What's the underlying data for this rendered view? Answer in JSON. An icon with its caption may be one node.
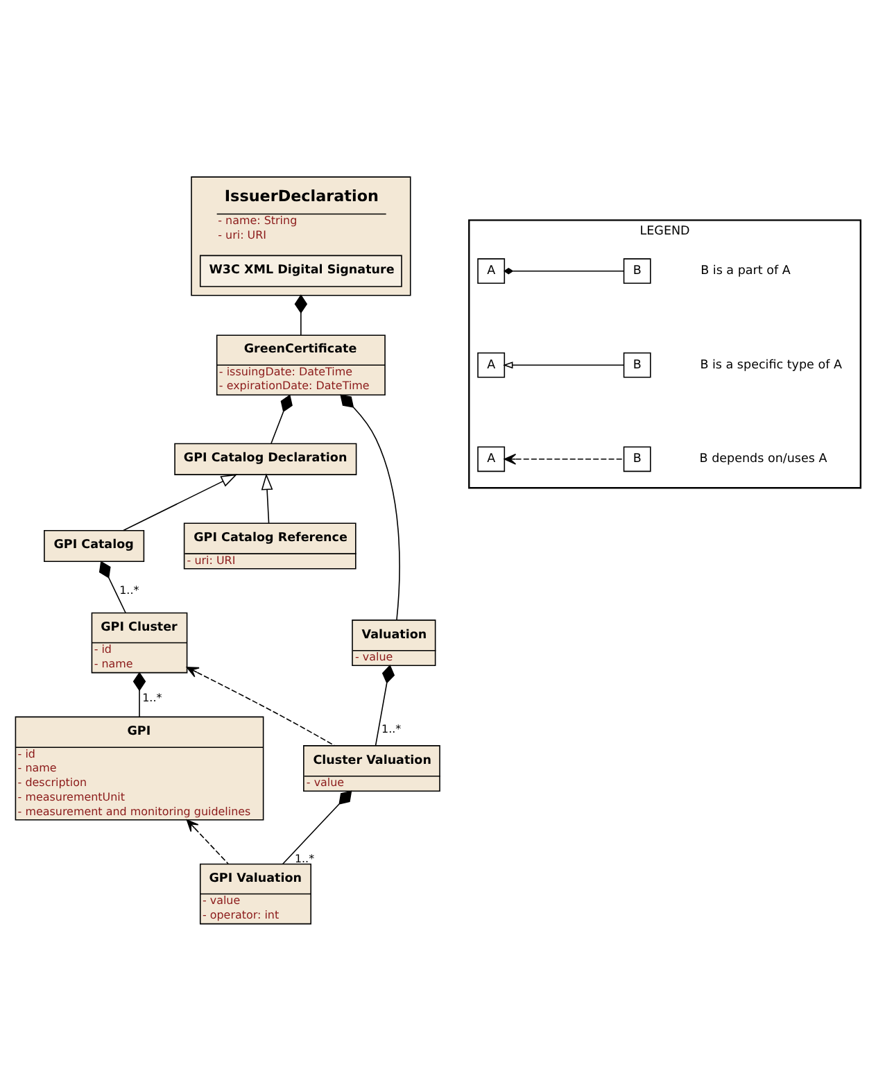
{
  "diagram": {
    "nodes": [
      {
        "text": [
          "IssuerDeclaration",
          "- name: String",
          "- uri: URI"
        ]
      },
      {
        "text": [
          "W3C XML Digital Signature"
        ],
        "in": 0
      },
      {
        "text": [
          "GreenCertificate",
          "- issuingDate: DateTime",
          "- expirationDate: DateTime"
        ]
      },
      {
        "text": [
          "GPI Catalog Declaration"
        ]
      },
      {
        "text": [
          "GPI Catalog"
        ]
      },
      {
        "text": [
          "GPI Catalog Reference",
          "- uri: URI"
        ]
      },
      {
        "text": [
          "Valuation",
          "- value"
        ]
      },
      {
        "text": [
          "GPI Cluster",
          "- id",
          "- name"
        ]
      },
      {
        "text": [
          "Cluster Valuation",
          "- value"
        ]
      },
      {
        "text": [
          "GPI",
          "- id",
          "- name",
          "- description",
          "- measurementUnit",
          "- measurement and monitoring guidelines"
        ]
      },
      {
        "text": [
          "GPI Valuation",
          "- value",
          "- operator: int"
        ]
      },
      {
        "text": [
          "LEGEND"
        ]
      },
      {
        "text": [
          "A"
        ],
        "in": 11
      },
      {
        "text": [
          "B"
        ],
        "in": 11
      },
      {
        "text": [
          "A"
        ],
        "in": 11
      },
      {
        "text": [
          "B"
        ],
        "in": 11
      },
      {
        "text": [
          "A"
        ],
        "in": 11
      },
      {
        "text": [
          "B"
        ],
        "in": 11
      }
    ],
    "edges": [
      {
        "from": 2,
        "to": 0,
        "arrow": "other"
      },
      {
        "from": 3,
        "to": 2,
        "arrow": "other"
      },
      {
        "from": 4,
        "to": 3,
        "arrow": "to"
      },
      {
        "from": 5,
        "to": 3,
        "arrow": "to"
      },
      {
        "from": 6,
        "to": 2,
        "arrow": "other"
      },
      {
        "from": 7,
        "to": 4,
        "arrow": "other",
        "label": "1..*"
      },
      {
        "from": 8,
        "to": 6,
        "arrow": "other",
        "label": "1..*"
      },
      {
        "from": 8,
        "to": 7,
        "arrow": "to",
        "style": "dashed"
      },
      {
        "from": 9,
        "to": 7,
        "arrow": "other",
        "label": "1..*"
      },
      {
        "from": 10,
        "to": 8,
        "arrow": "other",
        "label": "1..*"
      },
      {
        "from": 10,
        "to": 9,
        "arrow": "to",
        "style": "dashed"
      },
      {
        "from": 13,
        "to": 12,
        "arrow": "other"
      },
      {
        "from": 15,
        "to": 14,
        "arrow": "to"
      },
      {
        "from": 17,
        "to": 16,
        "arrow": "to",
        "style": "dashed"
      }
    ],
    "legend": [
      {
        "text": "B is a part of A"
      },
      {
        "text": "B is a specific type of A"
      },
      {
        "text": "B depends on/uses A"
      }
    ]
  }
}
